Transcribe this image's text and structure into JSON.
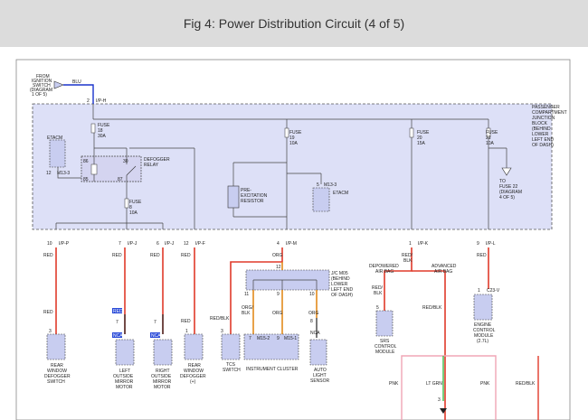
{
  "header": {
    "title": "Fig 4: Power Distribution Circuit (4 of 5)"
  },
  "source": {
    "line1": "FROM",
    "line2": "IGNITION",
    "line3": "SWITCH",
    "line4": "(DIAGRAM",
    "line5": "1 OF 5)",
    "wire": "BLU"
  },
  "block": {
    "line1": "PASSENGER",
    "line2": "COMPARTMENT",
    "line3": "JUNCTION",
    "line4": "BLOCK",
    "line5": "(BEHIND",
    "line6": "LOWER",
    "line7": "LEFT END",
    "line8": "OF DASH)"
  },
  "pins": {
    "top_num": "2",
    "top": "I/P-H",
    "p10": "10",
    "p10c": "I/P-P",
    "p7": "7",
    "p7c": "I/P-J",
    "p6": "6",
    "p6c": "I/P-J",
    "p12": "12",
    "p12c": "I/P-F",
    "p4": "4",
    "p4c": "I/P-M",
    "p1": "1",
    "p1c": "I/P-K",
    "p9": "9",
    "p9c": "I/P-L"
  },
  "fuses": {
    "f18": {
      "name": "FUSE",
      "num": "18",
      "amp": "30A"
    },
    "f19": {
      "name": "FUSE",
      "num": "19",
      "amp": "10A"
    },
    "f20": {
      "name": "FUSE",
      "num": "20",
      "amp": "15A"
    },
    "f21": {
      "name": "FUSE",
      "num": "21",
      "amp": "10A"
    },
    "f8": {
      "name": "FUSE",
      "num": "8",
      "amp": "10A"
    }
  },
  "relay": {
    "line1": "DEFOGGER",
    "line2": "RELAY",
    "t86": "86",
    "t30": "30",
    "t85": "85",
    "t87": "87"
  },
  "etacm_left": {
    "label": "ETACM",
    "pin": "12",
    "conn": "M13-3"
  },
  "etacm_right": {
    "label": "ETACM",
    "pin": "5",
    "conn": "M13-3"
  },
  "resistor": {
    "line1": "PRE-",
    "line2": "EXCITATION",
    "line3": "RESISTOR"
  },
  "to_fuse": {
    "line1": "TO",
    "line2": "FUSE 22",
    "line3": "(DIAGRAM",
    "line4": "4 OF 5)"
  },
  "jc": {
    "line1": "J/C M05",
    "line2": "(BEHIND",
    "line3": "LOWER",
    "line4": "LEFT END",
    "line5": "OF DASH)",
    "p12": "12",
    "p11": "11",
    "p9": "9",
    "p10": "10"
  },
  "wires": {
    "red": "RED",
    "org": "ORG",
    "orgblk": "ORG/",
    "orgblk2": "BLK",
    "redblk": "RED/",
    "redblk2": "BLK",
    "redblk_full": "RED/BLK",
    "nca": "NCA",
    "pnk": "PNK",
    "ltgrn": "LT GRN"
  },
  "airbag": {
    "dep1": "DEPOWERED",
    "dep2": "AIR BAG",
    "adv1": "ADVANCED",
    "adv2": "AIR BAG"
  },
  "components": {
    "rear_defog_sw": {
      "line1": "REAR",
      "line2": "WINDOW",
      "line3": "DEFOGGER",
      "line4": "SWITCH",
      "pin": "3"
    },
    "left_mirror": {
      "line1": "LEFT",
      "line2": "OUTSIDE",
      "line3": "MIRROR",
      "line4": "MOTOR",
      "pin": "7"
    },
    "right_mirror": {
      "line1": "RIGHT",
      "line2": "OUTSIDE",
      "line3": "MIRROR",
      "line4": "MOTOR",
      "pin": "7"
    },
    "rear_defogger": {
      "line1": "REAR",
      "line2": "WINDOW",
      "line3": "DEFOGGER",
      "line4": "(+)",
      "pin": "1"
    },
    "tcs": {
      "line1": "TCS",
      "line2": "SWITCH",
      "pin": "3"
    },
    "cluster": {
      "label": "INSTRUMENT CLUSTER",
      "pin7": "7",
      "c1": "M15-2",
      "pin9": "9",
      "c2": "M15-1"
    },
    "light_sensor": {
      "line1": "AUTO",
      "line2": "LIGHT",
      "line3": "SENSOR",
      "pin": "8"
    },
    "srs": {
      "line1": "SRS",
      "line2": "CONTROL",
      "line3": "MODULE",
      "pin": "5"
    },
    "ecm": {
      "line1": "ENGINE",
      "line2": "CONTROL",
      "line3": "MODULE",
      "line4": "(2.7L)",
      "pin": "1",
      "conn": "C23-V"
    }
  },
  "bottom": {
    "pin3": "3"
  }
}
